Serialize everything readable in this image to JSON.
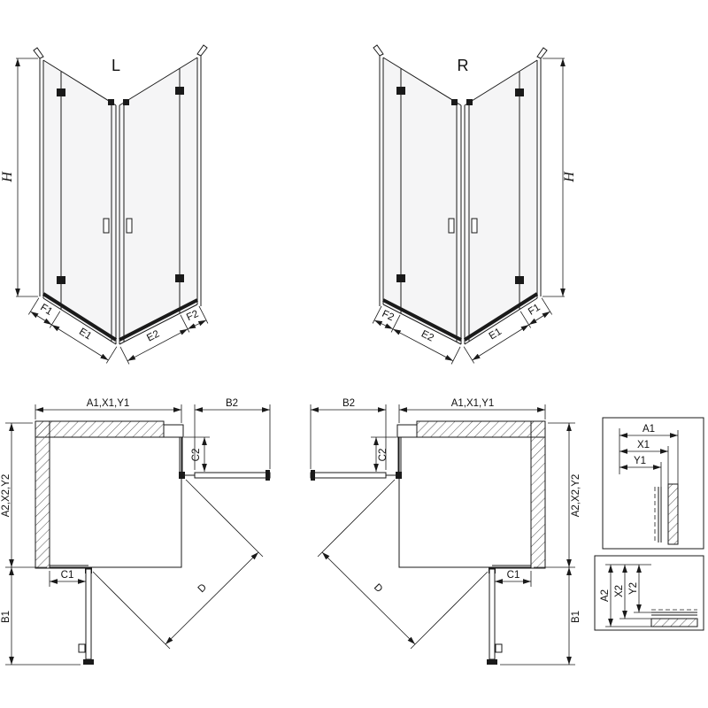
{
  "front_views": {
    "left": {
      "title": "L",
      "height": "H",
      "left_face": {
        "outer": "F1",
        "inner": "E1"
      },
      "right_face": {
        "inner": "E2",
        "outer": "F2"
      }
    },
    "right": {
      "title": "R",
      "height": "H",
      "left_face": {
        "outer": "F2",
        "inner": "E2"
      },
      "right_face": {
        "inner": "E1",
        "outer": "F1"
      }
    }
  },
  "plan_views": {
    "left": {
      "top_width": "A1,X1,Y1",
      "door_top": "B2",
      "fixed_right": "C2",
      "side_height": "A2,X2,Y2",
      "fixed_bottom": "C1",
      "door_bottom": "B1",
      "diagonal": "D"
    },
    "right": {
      "top_width": "A1,X1,Y1",
      "door_top": "B2",
      "fixed_left": "C2",
      "side_height": "A2,X2,Y2",
      "fixed_bottom": "C1",
      "door_bottom": "B1",
      "diagonal": "D"
    }
  },
  "details": {
    "top": {
      "a": "A1",
      "x": "X1",
      "y": "Y1"
    },
    "bottom": {
      "a": "A2",
      "x": "X2",
      "y": "Y2"
    }
  },
  "colors": {
    "line": "#1a1a1a",
    "background": "#ffffff"
  }
}
